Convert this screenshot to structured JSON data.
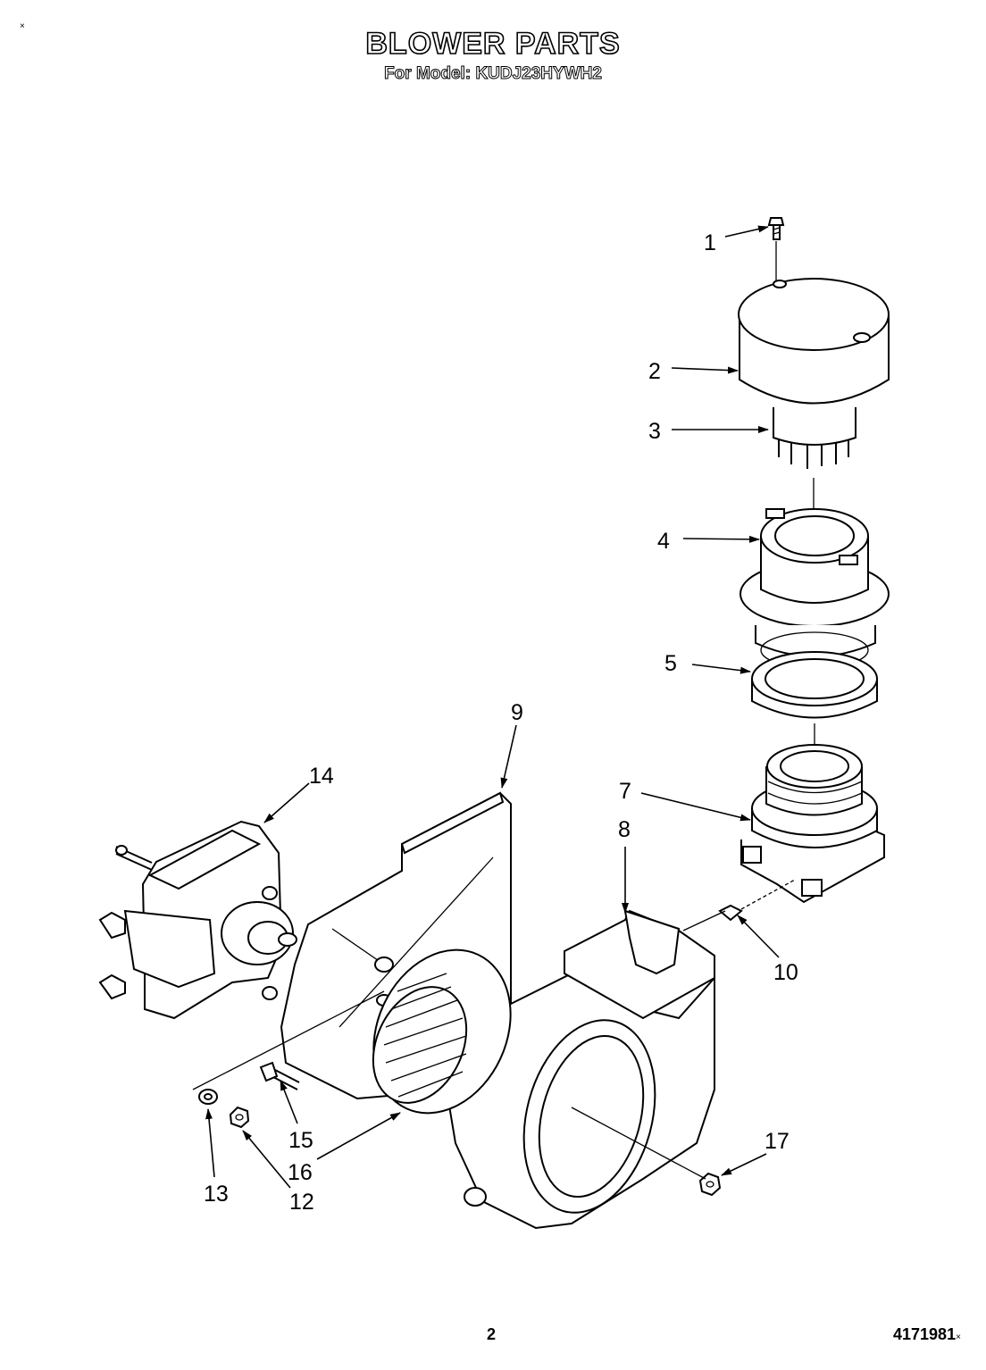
{
  "header": {
    "title": "BLOWER PARTS",
    "subtitle": "For Model: KUDJ23HYWH2"
  },
  "corner_mark": "×",
  "callouts": {
    "c1": "1",
    "c2": "2",
    "c3": "3",
    "c4": "4",
    "c5": "5",
    "c7": "7",
    "c8": "8",
    "c9": "9",
    "c10": "10",
    "c12": "12",
    "c13": "13",
    "c14": "14",
    "c15": "15",
    "c16": "16",
    "c17": "17"
  },
  "footer": {
    "page_number": "2",
    "doc_number": "4171981",
    "doc_suffix": "×"
  }
}
